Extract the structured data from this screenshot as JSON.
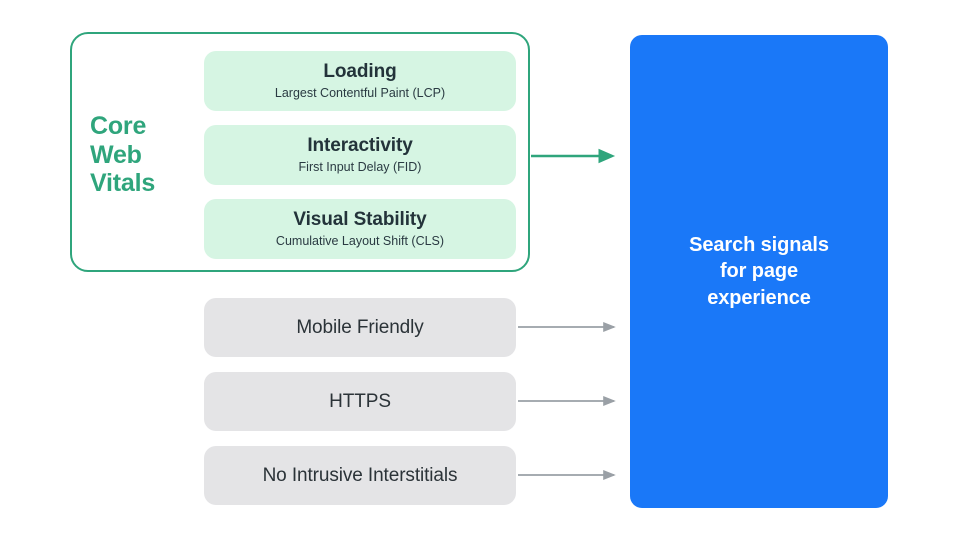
{
  "diagram": {
    "title": "Search signals for page experience",
    "background": "#FFFFFF",
    "colors": {
      "green_accent": "#2FA57C",
      "pill_fill": "#D6F5E3",
      "grey_fill": "#E4E4E6",
      "blue_fill": "#1A78F8",
      "arrow_grey": "#9AA0A6",
      "text_dark": "#23333A",
      "text_white": "#FFFFFF"
    },
    "core_web_vitals": {
      "group_label": "Core\nWeb\nVitals",
      "group_label_lines": [
        "Core",
        "Web",
        "Vitals"
      ],
      "metrics": [
        {
          "title": "Loading",
          "subtitle": "Largest Contentful Paint (LCP)"
        },
        {
          "title": "Interactivity",
          "subtitle": "First Input Delay (FID)"
        },
        {
          "title": "Visual Stability",
          "subtitle": "Cumulative Layout Shift (CLS)"
        }
      ]
    },
    "other_signals": [
      {
        "label": "Mobile Friendly"
      },
      {
        "label": "HTTPS"
      },
      {
        "label": "No Intrusive Interstitials"
      }
    ],
    "output_panel": {
      "text": "Search signals\nfor page\nexperience",
      "lines": [
        "Search signals",
        "for page",
        "experience"
      ]
    },
    "arrows": [
      {
        "name": "core-web-vitals-arrow",
        "color": "#2FA57C"
      },
      {
        "name": "mobile-friendly-arrow",
        "color": "#9AA0A6"
      },
      {
        "name": "https-arrow",
        "color": "#9AA0A6"
      },
      {
        "name": "no-intrusive-interstitials-arrow",
        "color": "#9AA0A6"
      }
    ]
  }
}
